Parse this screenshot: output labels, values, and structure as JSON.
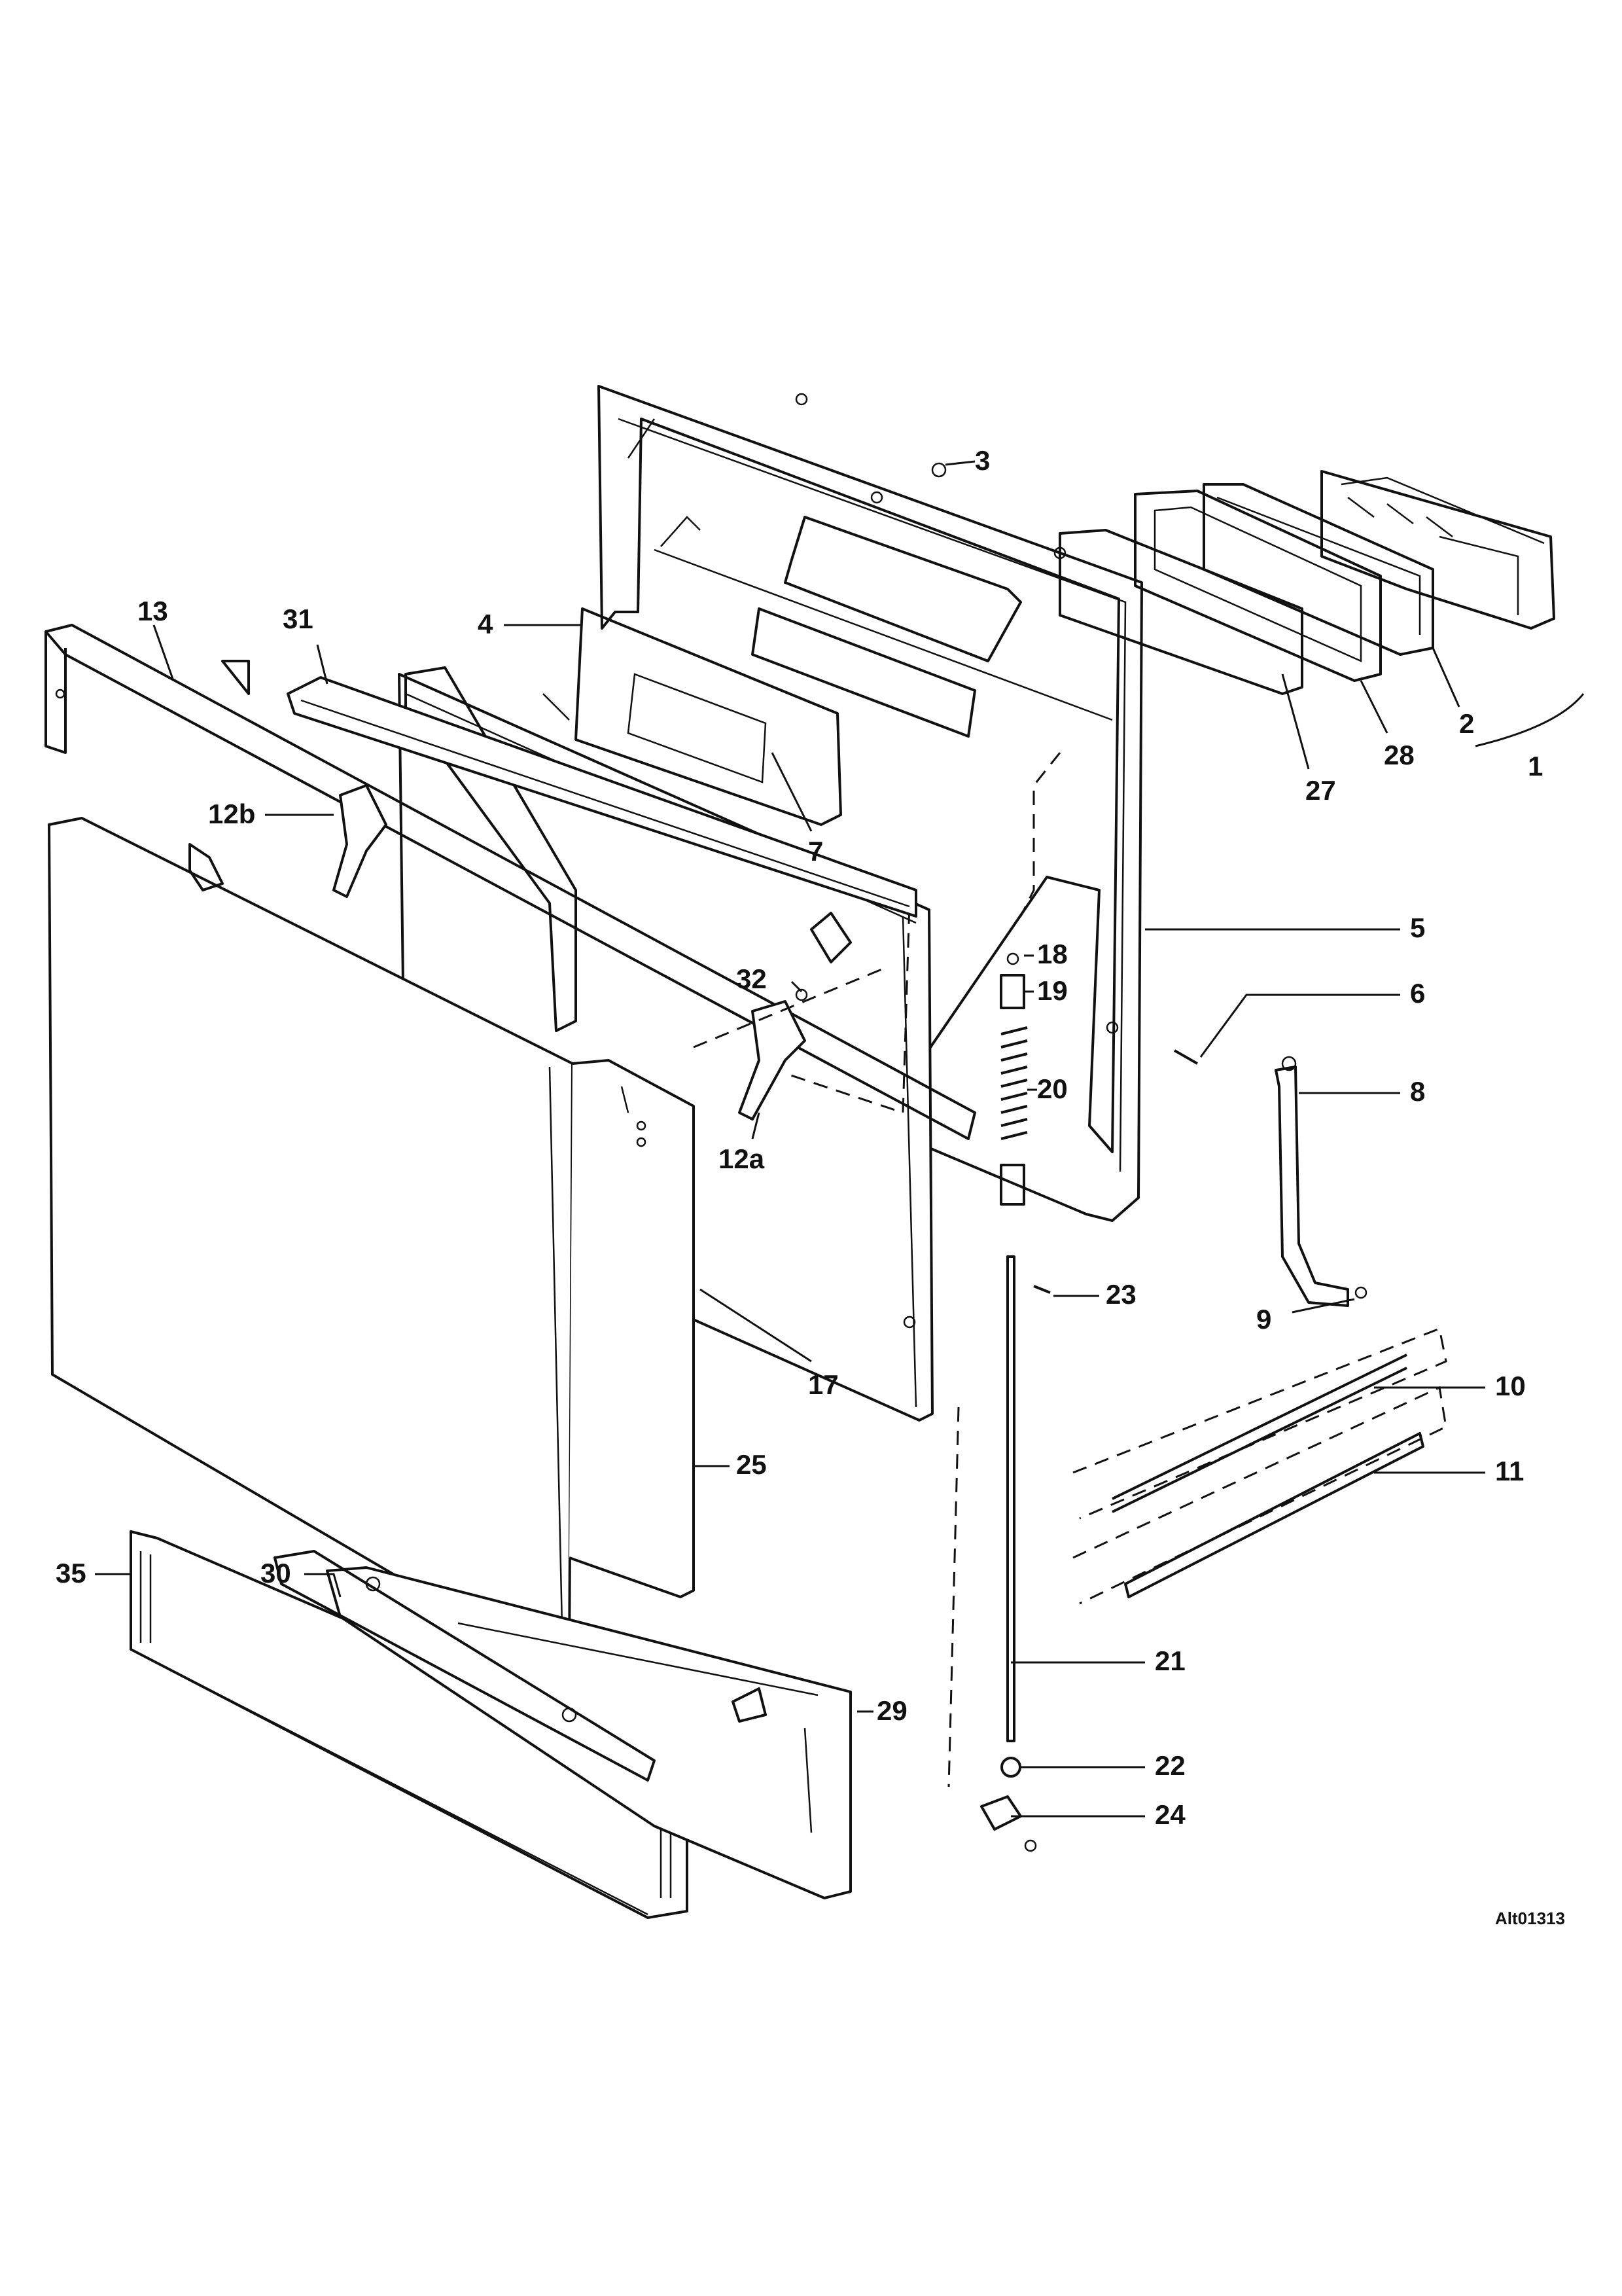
{
  "labels": {
    "l1": "1",
    "l2": "2",
    "l3": "3",
    "l4": "4",
    "l5": "5",
    "l6": "6",
    "l7": "7",
    "l8": "8",
    "l9": "9",
    "l10": "10",
    "l11": "11",
    "l12a": "12a",
    "l12b": "12b",
    "l13": "13",
    "l17": "17",
    "l18": "18",
    "l19": "19",
    "l20": "20",
    "l21": "21",
    "l22": "22",
    "l23": "23",
    "l24": "24",
    "l25": "25",
    "l27": "27",
    "l28": "28",
    "l29": "29",
    "l30": "30",
    "l31": "31",
    "l32": "32",
    "l35": "35"
  },
  "reference": "Alt01313"
}
